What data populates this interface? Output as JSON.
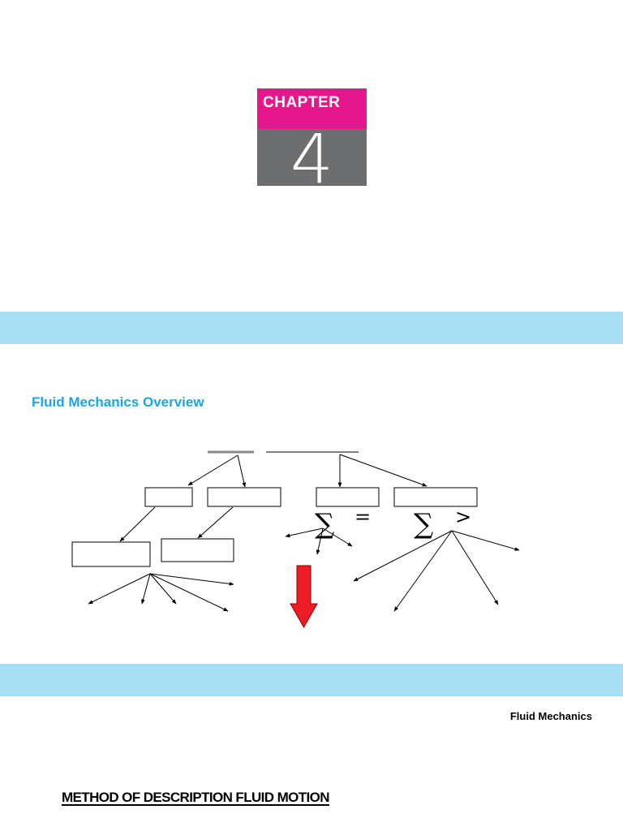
{
  "chapter": {
    "label": "CHAPTER",
    "number": "4"
  },
  "overview": {
    "title": "Fluid Mechanics Overview"
  },
  "diagram": {
    "symbols": {
      "sum_left": "∑",
      "equals": "=",
      "sum_right": "∑",
      "greater": ">"
    }
  },
  "footer": {
    "label": "Fluid Mechanics"
  },
  "section": {
    "heading": "METHOD OF DESCRIPTION FLUID MOTION"
  },
  "colors": {
    "chapter_pink": "#e5178c",
    "chapter_gray": "#6d6e70",
    "band_blue": "#a6dff4",
    "title_blue": "#1ea4e0",
    "arrow_red": "#ee1c24"
  }
}
